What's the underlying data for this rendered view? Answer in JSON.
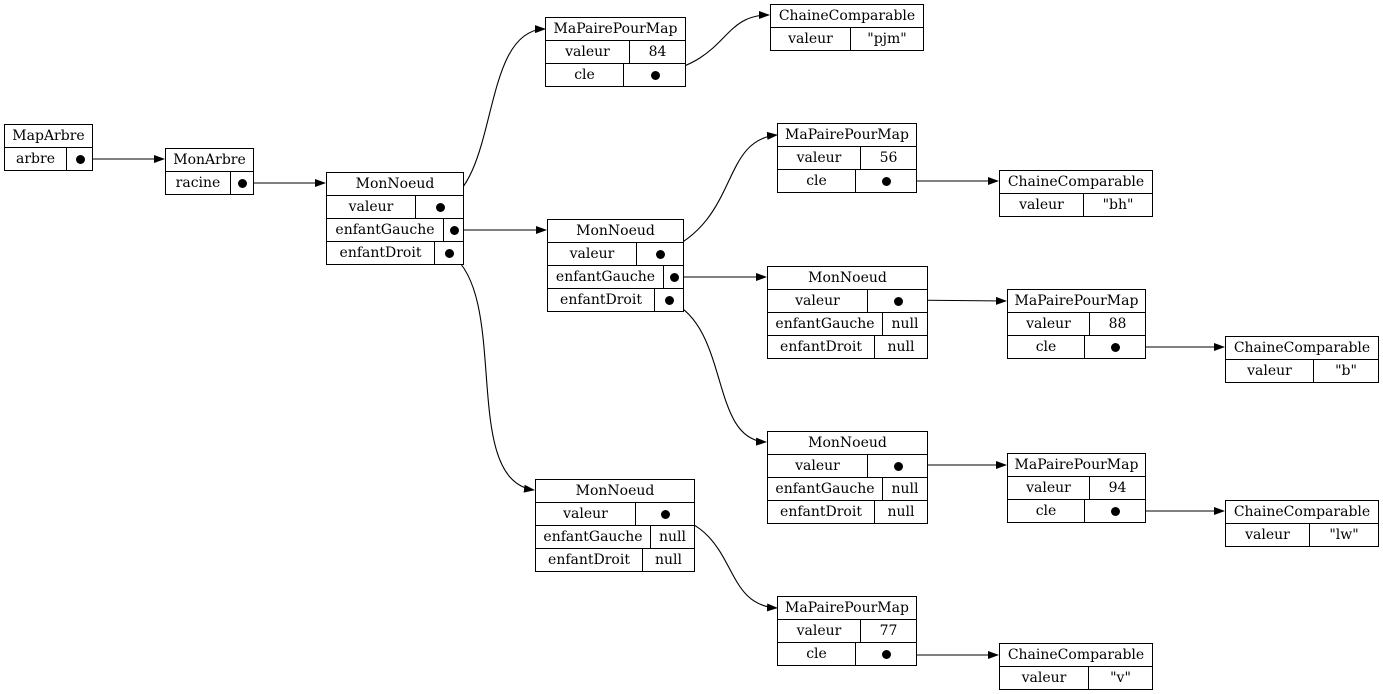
{
  "diagram": {
    "nodes": {
      "maparbre": {
        "title": "MapArbre",
        "fields": [
          {
            "label": "arbre",
            "value": ""
          }
        ]
      },
      "monarbre": {
        "title": "MonArbre",
        "fields": [
          {
            "label": "racine",
            "value": ""
          }
        ]
      },
      "n1": {
        "title": "MonNoeud",
        "fields": [
          {
            "label": "valeur",
            "value": ""
          },
          {
            "label": "enfantGauche",
            "value": ""
          },
          {
            "label": "enfantDroit",
            "value": ""
          }
        ]
      },
      "p84": {
        "title": "MaPairePourMap",
        "fields": [
          {
            "label": "valeur",
            "value": "84"
          },
          {
            "label": "cle",
            "value": ""
          }
        ]
      },
      "s_pjm": {
        "title": "ChaineComparable",
        "fields": [
          {
            "label": "valeur",
            "value": "\"pjm\""
          }
        ]
      },
      "n2": {
        "title": "MonNoeud",
        "fields": [
          {
            "label": "valeur",
            "value": ""
          },
          {
            "label": "enfantGauche",
            "value": ""
          },
          {
            "label": "enfantDroit",
            "value": ""
          }
        ]
      },
      "p56": {
        "title": "MaPairePourMap",
        "fields": [
          {
            "label": "valeur",
            "value": "56"
          },
          {
            "label": "cle",
            "value": ""
          }
        ]
      },
      "s_bh": {
        "title": "ChaineComparable",
        "fields": [
          {
            "label": "valeur",
            "value": "\"bh\""
          }
        ]
      },
      "n3": {
        "title": "MonNoeud",
        "fields": [
          {
            "label": "valeur",
            "value": ""
          },
          {
            "label": "enfantGauche",
            "value": "null"
          },
          {
            "label": "enfantDroit",
            "value": "null"
          }
        ]
      },
      "p88": {
        "title": "MaPairePourMap",
        "fields": [
          {
            "label": "valeur",
            "value": "88"
          },
          {
            "label": "cle",
            "value": ""
          }
        ]
      },
      "s_b": {
        "title": "ChaineComparable",
        "fields": [
          {
            "label": "valeur",
            "value": "\"b\""
          }
        ]
      },
      "n4": {
        "title": "MonNoeud",
        "fields": [
          {
            "label": "valeur",
            "value": ""
          },
          {
            "label": "enfantGauche",
            "value": "null"
          },
          {
            "label": "enfantDroit",
            "value": "null"
          }
        ]
      },
      "p94": {
        "title": "MaPairePourMap",
        "fields": [
          {
            "label": "valeur",
            "value": "94"
          },
          {
            "label": "cle",
            "value": ""
          }
        ]
      },
      "s_lw": {
        "title": "ChaineComparable",
        "fields": [
          {
            "label": "valeur",
            "value": "\"lw\""
          }
        ]
      },
      "n5": {
        "title": "MonNoeud",
        "fields": [
          {
            "label": "valeur",
            "value": ""
          },
          {
            "label": "enfantGauche",
            "value": "null"
          },
          {
            "label": "enfantDroit",
            "value": "null"
          }
        ]
      },
      "p77": {
        "title": "MaPairePourMap",
        "fields": [
          {
            "label": "valeur",
            "value": "77"
          },
          {
            "label": "cle",
            "value": ""
          }
        ]
      },
      "s_v": {
        "title": "ChaineComparable",
        "fields": [
          {
            "label": "valeur",
            "value": "\"v\""
          }
        ]
      }
    },
    "edges": [
      {
        "from": "maparbre.arbre",
        "to": "monarbre"
      },
      {
        "from": "monarbre.racine",
        "to": "n1"
      },
      {
        "from": "n1.valeur",
        "to": "p84"
      },
      {
        "from": "p84.cle",
        "to": "s_pjm"
      },
      {
        "from": "n1.enfantGauche",
        "to": "n2"
      },
      {
        "from": "n1.enfantDroit",
        "to": "n5"
      },
      {
        "from": "n2.valeur",
        "to": "p56"
      },
      {
        "from": "p56.cle",
        "to": "s_bh"
      },
      {
        "from": "n2.enfantGauche",
        "to": "n3"
      },
      {
        "from": "n2.enfantDroit",
        "to": "n4"
      },
      {
        "from": "n3.valeur",
        "to": "p88"
      },
      {
        "from": "p88.cle",
        "to": "s_b"
      },
      {
        "from": "n4.valeur",
        "to": "p94"
      },
      {
        "from": "p94.cle",
        "to": "s_lw"
      },
      {
        "from": "n5.valeur",
        "to": "p77"
      },
      {
        "from": "p77.cle",
        "to": "s_v"
      }
    ]
  }
}
